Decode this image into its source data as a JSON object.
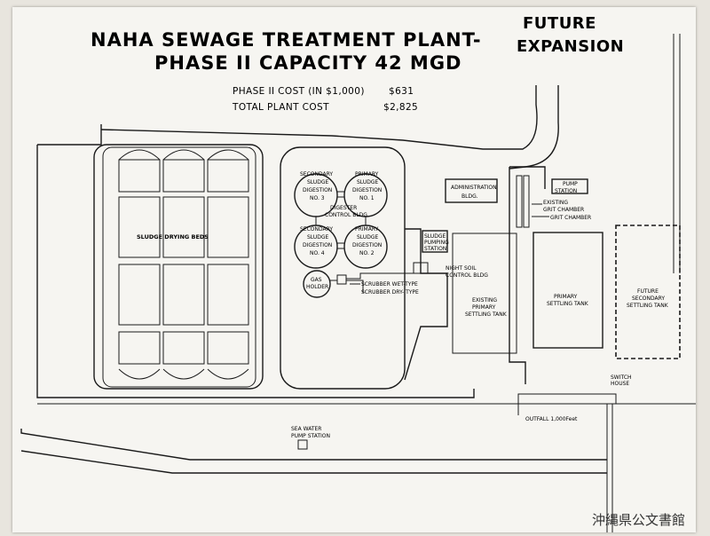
{
  "title": {
    "line1": "NAHA SEWAGE TREATMENT PLANT-",
    "line2": "PHASE II   CAPACITY 42 MGD",
    "future_line1": "FUTURE",
    "future_line2": "EXPANSION"
  },
  "costs": {
    "phase2_label": "PHASE II COST (IN $1,000)",
    "phase2_value": "$631",
    "total_label": "TOTAL PLANT COST",
    "total_value": "$2,825"
  },
  "labels": {
    "sludge_drying_beds": "SLUDGE   DRYING   BEDS",
    "digestion_sec3": [
      "SECONDARY",
      "SLUDGE",
      "DIGESTION",
      "NO. 3"
    ],
    "digestion_pri1": [
      "PRIMARY",
      "SLUDGE",
      "DIGESTION",
      "NO. 1"
    ],
    "digestion_sec4": [
      "SECONDARY",
      "SLUDGE",
      "DIGESTION",
      "NO. 4"
    ],
    "digestion_pri2": [
      "PRIMARY",
      "SLUDGE",
      "DIGESTION",
      "NO. 2"
    ],
    "digester_control": [
      "DIGESTER",
      "CONTROL BLDG."
    ],
    "gas_holder": [
      "GAS",
      "HOLDER"
    ],
    "scrubber_wet": "SCRUBBER WET-TYPE",
    "scrubber_dry": "SCRUBBER DRY- TYPE",
    "sludge_pumping": [
      "SLUDGE",
      "PUMPING",
      "STATION"
    ],
    "night_soil": [
      "NIGHT SOIL",
      "CONTROL BLDG"
    ],
    "administration": [
      "ADMINISTRATION",
      "BLDG."
    ],
    "pump_station": [
      "PUMP",
      "STATION"
    ],
    "existing_grit": [
      "EXISTING",
      "GRIT CHAMBER"
    ],
    "grit_chamber": "GRIT CHAMBER",
    "existing_primary": [
      "EXISTING",
      "PRIMARY",
      "SETTLING TANK"
    ],
    "primary_settling": [
      "PRIMARY",
      "SETTLING TANK"
    ],
    "future_secondary": [
      "FUTURE",
      "SECONDARY",
      "SETTLING TANK"
    ],
    "switch_house": [
      "SWITCH",
      "HOUSE"
    ],
    "outfall": "OUTFALL 1,000Feet",
    "sea_water": [
      "SEA WATER",
      "PUMP STATION"
    ]
  },
  "archive_mark": "沖縄県公文書館"
}
